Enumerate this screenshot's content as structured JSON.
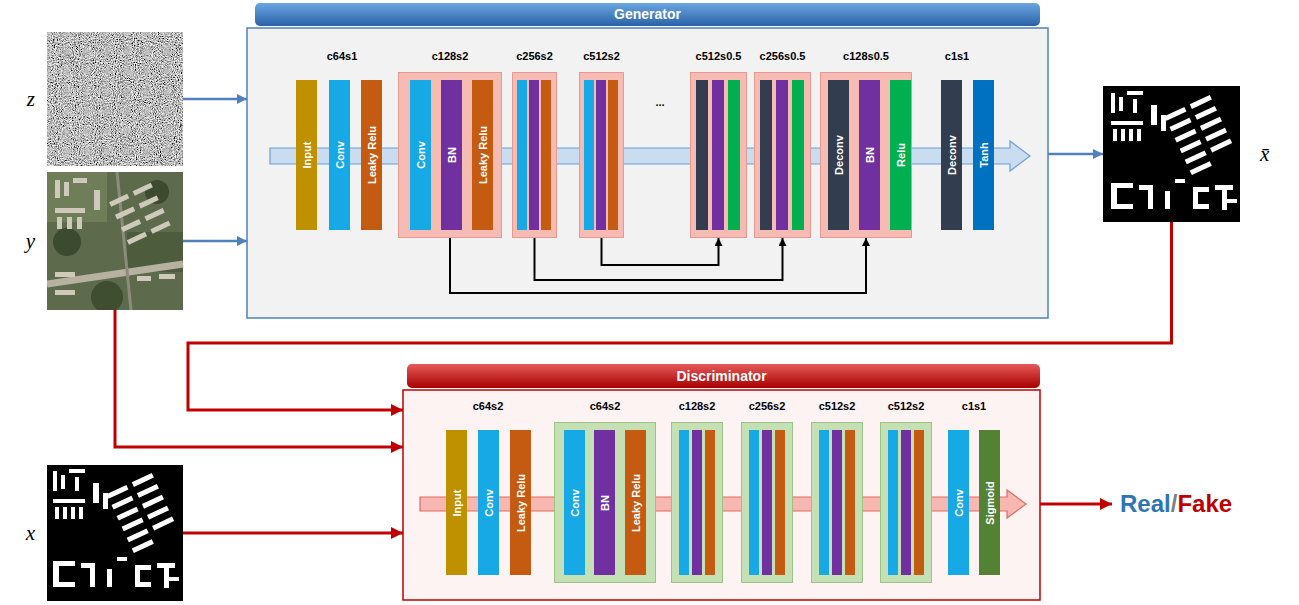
{
  "diagram": {
    "nodes": [
      {
        "text": [
          "Generator"
        ]
      },
      {
        "text": [
          "Input"
        ],
        "in": 0
      },
      {
        "text": [
          "Conv"
        ],
        "in": 0
      },
      {
        "text": [
          "Leaky Relu"
        ],
        "in": 0
      },
      {
        "text": [
          "c128s2"
        ],
        "in": 0
      },
      {
        "text": [
          "Conv"
        ],
        "in": 4
      },
      {
        "text": [
          "BN"
        ],
        "in": 4
      },
      {
        "text": [
          "Leaky Relu"
        ],
        "in": 4
      },
      {
        "text": [
          "c256s2"
        ],
        "in": 0
      },
      {
        "text": [
          "c512s2"
        ],
        "in": 0
      },
      {
        "text": [
          "c512s0.5"
        ],
        "in": 0
      },
      {
        "text": [
          "c256s0.5"
        ],
        "in": 0
      },
      {
        "text": [
          "c128s0.5"
        ],
        "in": 0
      },
      {
        "text": [
          "Deconv"
        ],
        "in": 12
      },
      {
        "text": [
          "BN"
        ],
        "in": 12
      },
      {
        "text": [
          "Relu"
        ],
        "in": 12
      },
      {
        "text": [
          "Deconv"
        ],
        "in": 0
      },
      {
        "text": [
          "Tanh"
        ],
        "in": 0
      },
      {
        "text": [
          "Discriminator"
        ]
      },
      {
        "text": [
          "Input"
        ],
        "in": 18
      },
      {
        "text": [
          "Conv"
        ],
        "in": 18
      },
      {
        "text": [
          "Leaky Relu"
        ],
        "in": 18
      },
      {
        "text": [
          "c64s2"
        ],
        "in": 18
      },
      {
        "text": [
          "Conv"
        ],
        "in": 22
      },
      {
        "text": [
          "BN"
        ],
        "in": 22
      },
      {
        "text": [
          "Leaky Relu"
        ],
        "in": 22
      },
      {
        "text": [
          "c128s2"
        ],
        "in": 18
      },
      {
        "text": [
          "c256s2"
        ],
        "in": 18
      },
      {
        "text": [
          "c512s2"
        ],
        "in": 18
      },
      {
        "text": [
          "c512s2"
        ],
        "in": 18
      },
      {
        "text": [
          "Conv"
        ],
        "in": 18
      },
      {
        "text": [
          "Sigmoid"
        ],
        "in": 18
      },
      {
        "text": [
          "z"
        ]
      },
      {
        "text": [
          "y"
        ]
      },
      {
        "text": [
          "x̄"
        ]
      },
      {
        "text": [
          "x"
        ]
      },
      {
        "text": [
          "Real",
          "/",
          "Fake"
        ]
      }
    ],
    "edges": [
      {
        "from": 32,
        "to": 0,
        "arrow": "to"
      },
      {
        "from": 33,
        "to": 0,
        "arrow": "to"
      },
      {
        "from": 0,
        "to": 34,
        "arrow": "to"
      },
      {
        "from": 4,
        "to": 12,
        "arrow": "to"
      },
      {
        "from": 8,
        "to": 11,
        "arrow": "to"
      },
      {
        "from": 9,
        "to": 10,
        "arrow": "to"
      },
      {
        "from": 34,
        "to": 18,
        "arrow": "to"
      },
      {
        "from": 33,
        "to": 18,
        "arrow": "to"
      },
      {
        "from": 35,
        "to": 18,
        "arrow": "to"
      },
      {
        "from": 18,
        "to": 36,
        "arrow": "to"
      }
    ],
    "labels": [
      "c64s1",
      "...",
      "c1s1",
      "c64s2",
      "c1s1"
    ]
  }
}
